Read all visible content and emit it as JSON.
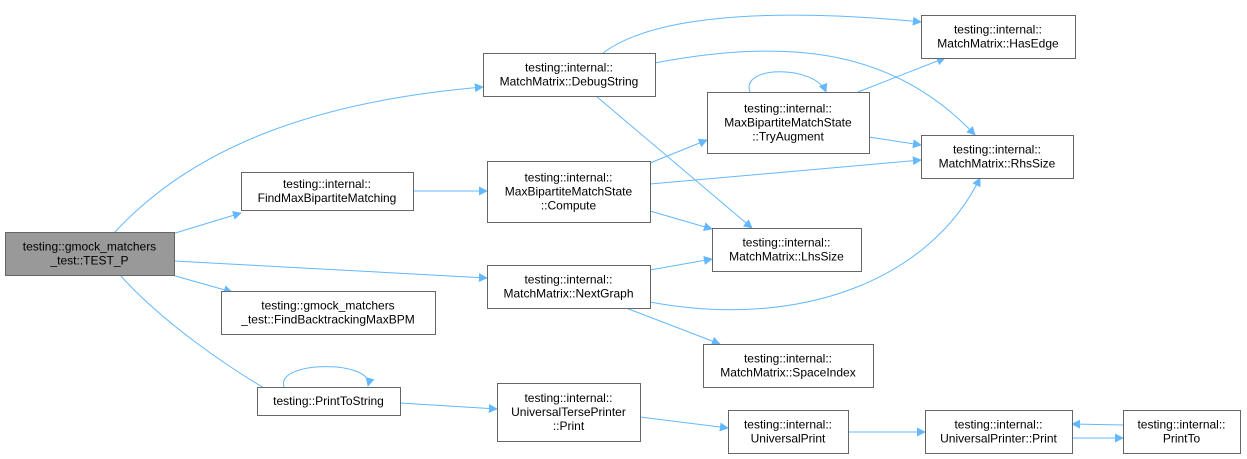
{
  "colors": {
    "edge": "#63b8ff",
    "node_fill": "#ffffff",
    "node_border": "#666666",
    "root_fill": "#999999"
  },
  "nodes": [
    {
      "id": "root",
      "lines": [
        "testing::gmock_matchers",
        "_test::TEST_P"
      ],
      "root": true
    },
    {
      "id": "debug",
      "lines": [
        "testing::internal::",
        "MatchMatrix::DebugString"
      ]
    },
    {
      "id": "findmax",
      "lines": [
        "testing::internal::",
        "FindMaxBipartiteMatching"
      ]
    },
    {
      "id": "backtrack",
      "lines": [
        "testing::gmock_matchers",
        "_test::FindBacktrackingMaxBPM"
      ]
    },
    {
      "id": "printtostring",
      "lines": [
        "testing::PrintToString"
      ]
    },
    {
      "id": "compute",
      "lines": [
        "testing::internal::",
        "MaxBipartiteMatchState",
        "::Compute"
      ]
    },
    {
      "id": "nextgraph",
      "lines": [
        "testing::internal::",
        "MatchMatrix::NextGraph"
      ]
    },
    {
      "id": "terse",
      "lines": [
        "testing::internal::",
        "UniversalTersePrinter",
        "::Print"
      ]
    },
    {
      "id": "tryaugment",
      "lines": [
        "testing::internal::",
        "MaxBipartiteMatchState",
        "::TryAugment"
      ]
    },
    {
      "id": "lhssize",
      "lines": [
        "testing::internal::",
        "MatchMatrix::LhsSize"
      ]
    },
    {
      "id": "spaceindex",
      "lines": [
        "testing::internal::",
        "MatchMatrix::SpaceIndex"
      ]
    },
    {
      "id": "universalprint",
      "lines": [
        "testing::internal::",
        "UniversalPrint"
      ]
    },
    {
      "id": "hasedge",
      "lines": [
        "testing::internal::",
        "MatchMatrix::HasEdge"
      ]
    },
    {
      "id": "rhssize",
      "lines": [
        "testing::internal::",
        "MatchMatrix::RhsSize"
      ]
    },
    {
      "id": "printerprint",
      "lines": [
        "testing::internal::",
        "UniversalPrinter::Print"
      ]
    },
    {
      "id": "printto",
      "lines": [
        "testing::internal::",
        "PrintTo"
      ]
    }
  ],
  "edges": [
    [
      "root",
      "debug"
    ],
    [
      "root",
      "findmax"
    ],
    [
      "root",
      "backtrack"
    ],
    [
      "root",
      "nextgraph"
    ],
    [
      "root",
      "printtostring"
    ],
    [
      "debug",
      "hasedge"
    ],
    [
      "debug",
      "rhssize"
    ],
    [
      "debug",
      "lhssize"
    ],
    [
      "findmax",
      "compute"
    ],
    [
      "compute",
      "tryaugment"
    ],
    [
      "compute",
      "rhssize"
    ],
    [
      "compute",
      "lhssize"
    ],
    [
      "tryaugment",
      "tryaugment"
    ],
    [
      "tryaugment",
      "hasedge"
    ],
    [
      "tryaugment",
      "rhssize"
    ],
    [
      "nextgraph",
      "lhssize"
    ],
    [
      "nextgraph",
      "rhssize"
    ],
    [
      "nextgraph",
      "spaceindex"
    ],
    [
      "printtostring",
      "printtostring"
    ],
    [
      "printtostring",
      "terse"
    ],
    [
      "terse",
      "universalprint"
    ],
    [
      "universalprint",
      "printerprint"
    ],
    [
      "printerprint",
      "printto"
    ],
    [
      "printto",
      "printerprint"
    ]
  ]
}
